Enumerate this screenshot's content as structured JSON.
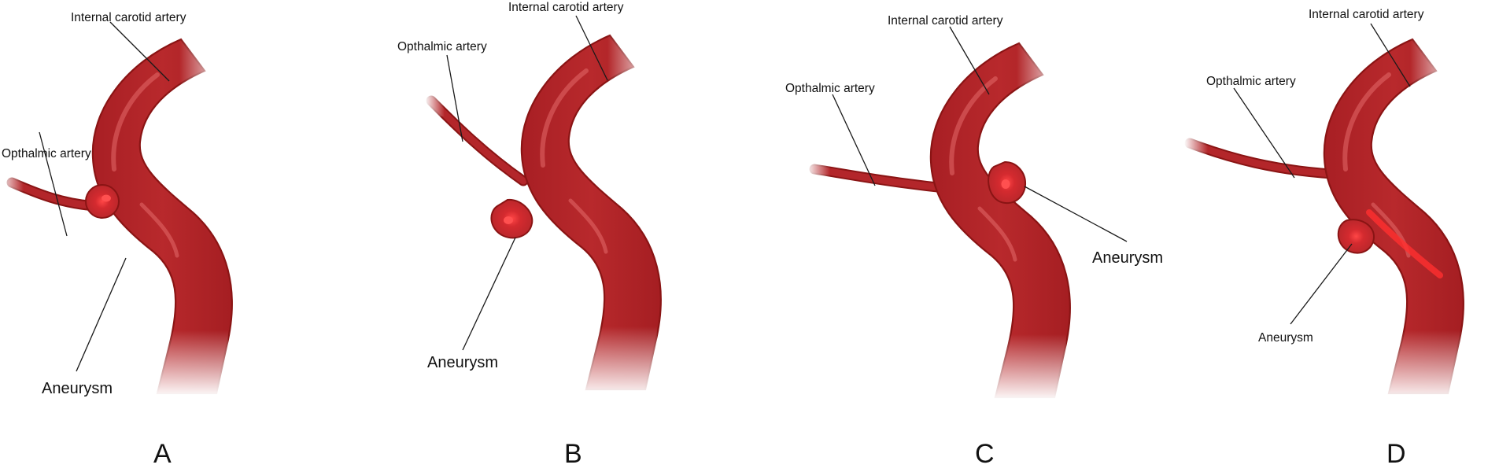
{
  "colors": {
    "artery_fill": "#b3262a",
    "artery_outline": "#8a1414",
    "highlight": "#e46a6a",
    "aneurysm_core": "#ff3b3b"
  },
  "panels": [
    {
      "letter": "A",
      "labels": {
        "ica": "Internal carotid artery",
        "ophthalmic": "Opthalmic artery",
        "aneurysm": "Aneurysm"
      }
    },
    {
      "letter": "B",
      "labels": {
        "ica": "Internal carotid artery",
        "ophthalmic": "Opthalmic artery",
        "aneurysm": "Aneurysm"
      }
    },
    {
      "letter": "C",
      "labels": {
        "ica": "Internal carotid artery",
        "ophthalmic": "Opthalmic artery",
        "aneurysm": "Aneurysm"
      }
    },
    {
      "letter": "D",
      "labels": {
        "ica": "Internal carotid artery",
        "ophthalmic": "Opthalmic artery",
        "aneurysm": "Aneurysm"
      }
    }
  ]
}
